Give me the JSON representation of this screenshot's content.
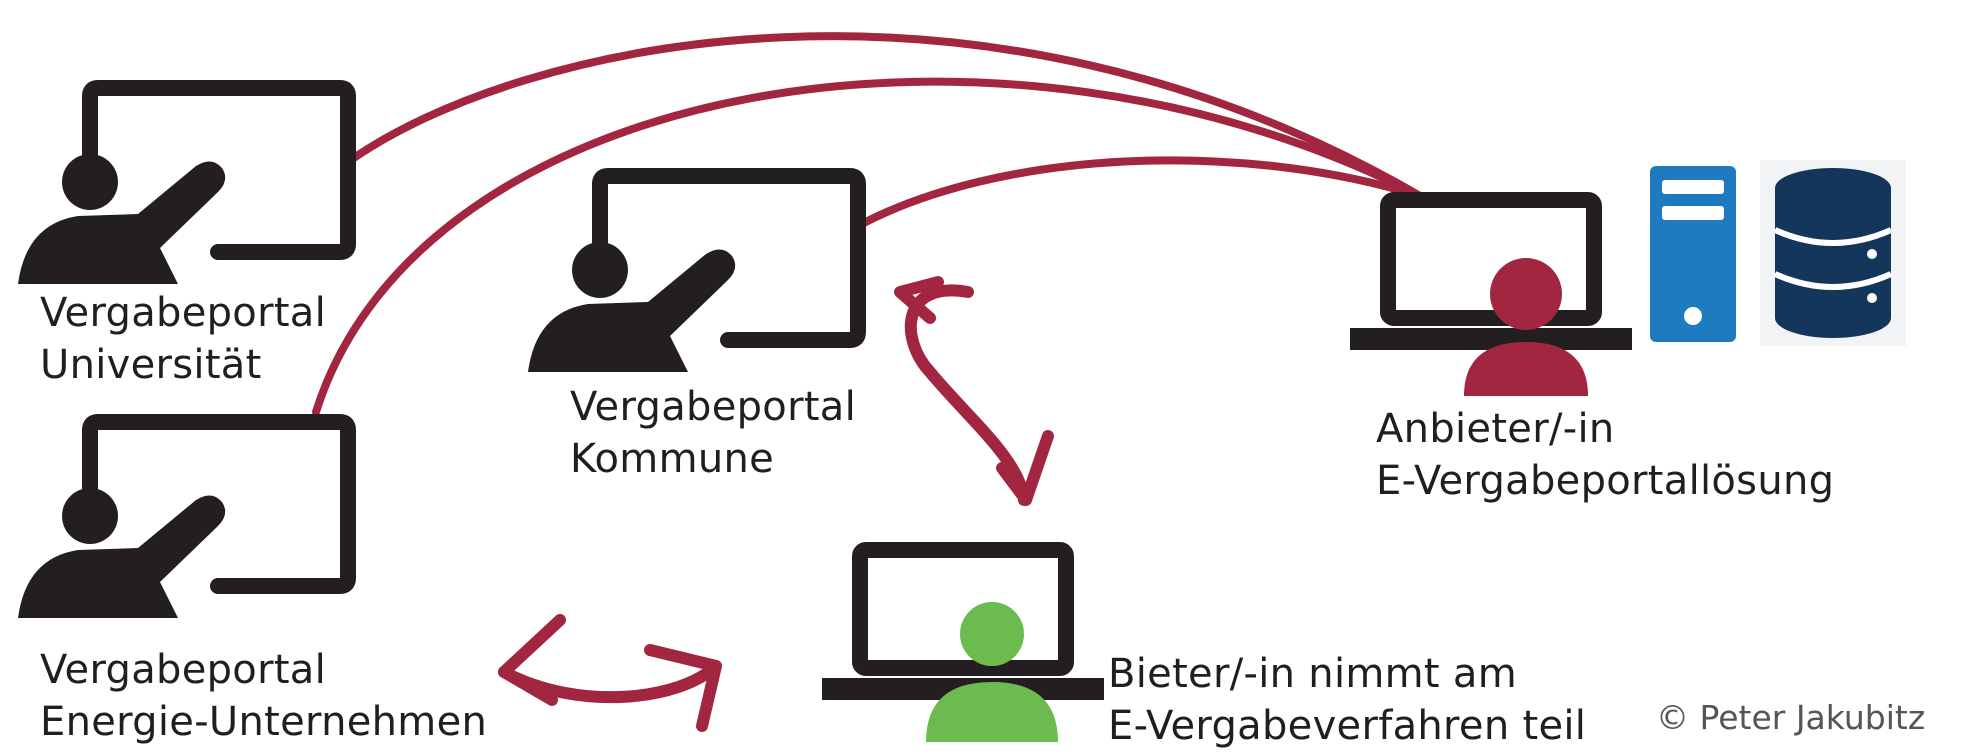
{
  "colors": {
    "connector": "#a2263f",
    "icon_dark": "#231f20",
    "provider_person": "#a2263f",
    "bidder_person": "#6cbb4f",
    "server_blue": "#1f7bbf",
    "database_navy": "#13365a"
  },
  "nodes": {
    "universitaet": {
      "line1": "Vergabeportal",
      "line2": "Universität",
      "icon": "presenter-screen-icon"
    },
    "kommune": {
      "line1": "Vergabeportal",
      "line2": "Kommune",
      "icon": "presenter-screen-icon"
    },
    "energie": {
      "line1": "Vergabeportal",
      "line2": "Energie-Unternehmen",
      "icon": "presenter-screen-icon"
    },
    "anbieter": {
      "line1": "Anbieter/-in",
      "line2": "E-Vergabeportallösung",
      "icon": "laptop-user-icon"
    },
    "bieter": {
      "line1": "Bieter/-in nimmt am",
      "line2": "E-Vergabeverfahren teil",
      "icon": "laptop-user-icon"
    }
  },
  "extra_icons": [
    "server-icon",
    "database-icon"
  ],
  "credit": "© Peter Jakubitz"
}
